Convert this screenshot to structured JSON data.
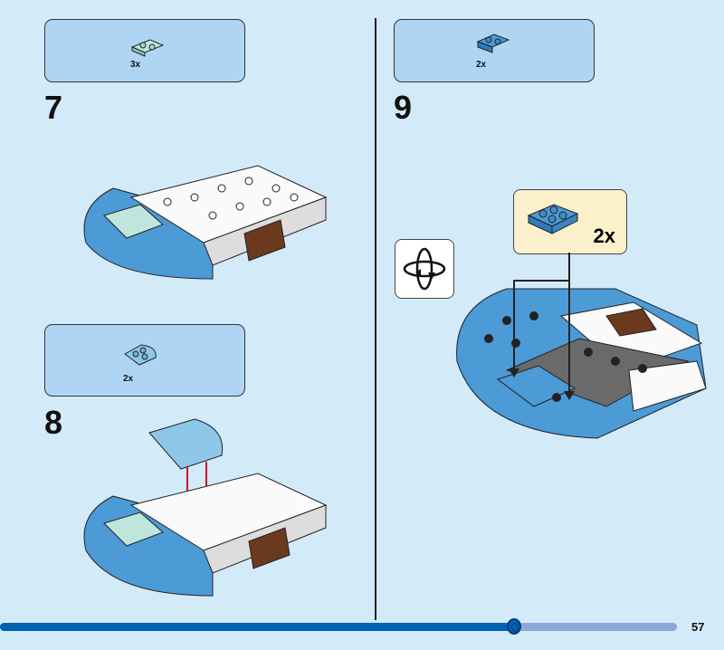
{
  "steps": [
    {
      "number": "7",
      "parts_callout": {
        "quantity": "3x",
        "part": "light-aqua-plate-1x2"
      }
    },
    {
      "number": "8",
      "parts_callout": {
        "quantity": "2x",
        "part": "medium-azure-round-corner-plate"
      }
    },
    {
      "number": "9",
      "parts_callout": {
        "quantity": "2x",
        "part": "medium-azure-plate-2x2"
      },
      "sub_callout": {
        "quantity": "2x"
      },
      "rotate_icon": "rotate-model-icon"
    }
  ],
  "footer": {
    "page_number": "57",
    "progress": 0.76
  },
  "colors": {
    "background": "#d3eaf9",
    "callout": "#aed6f3",
    "progress_fill": "#0061b0",
    "progress_track": "#87a9d9",
    "sub_callout": "#fbf0cc"
  }
}
